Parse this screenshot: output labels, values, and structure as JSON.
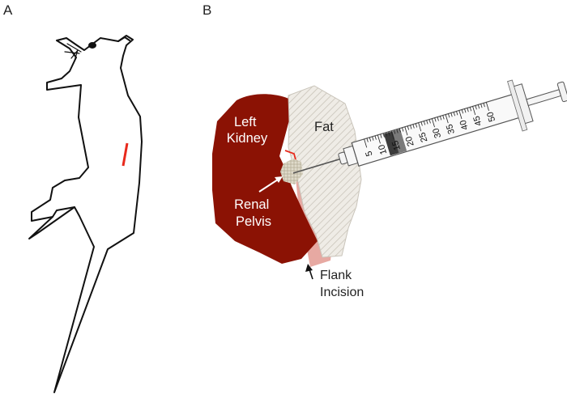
{
  "panels": {
    "a": "A",
    "b": "B"
  },
  "labels": {
    "left_kidney": [
      "Left",
      "Kidney"
    ],
    "fat": "Fat",
    "renal_pelvis": [
      "Renal",
      "Pelvis"
    ],
    "flank_incision": [
      "Flank",
      "Incision"
    ]
  },
  "syringe": {
    "ticks": [
      "5",
      "10",
      "15",
      "20",
      "25",
      "30",
      "35",
      "40",
      "45",
      "50"
    ]
  },
  "colors": {
    "kidney": "#8b1204",
    "incision_mark": "#e8291c",
    "fat_fill": "#ebe7df",
    "pink_tissue": "#e7a9a2"
  }
}
